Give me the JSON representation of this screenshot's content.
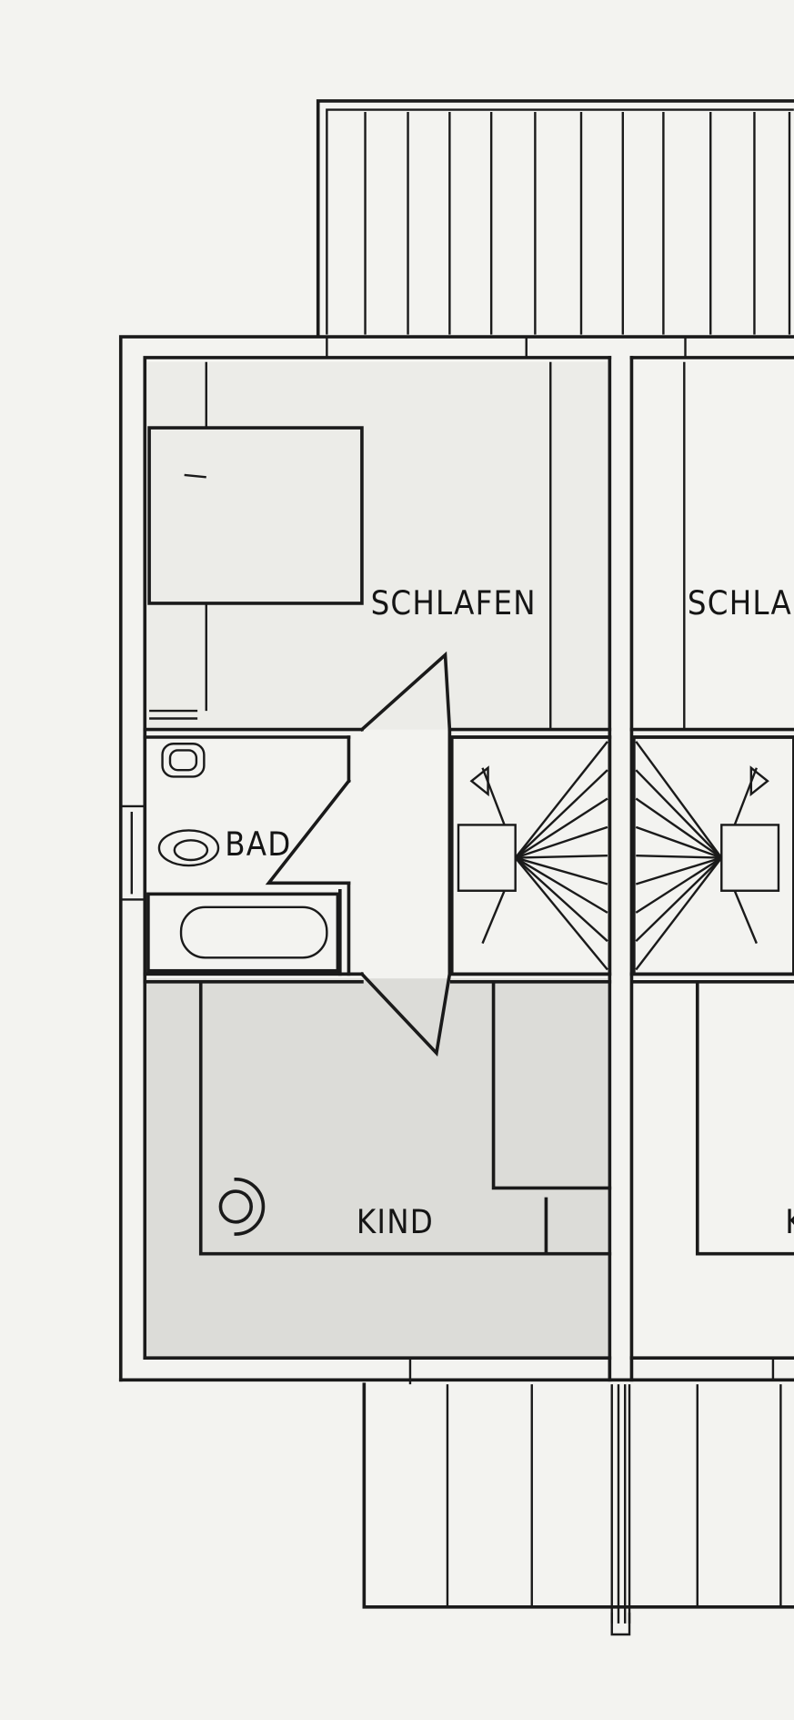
{
  "plan": {
    "rooms": {
      "schlafen": "SCHLAFEN",
      "schlafen_right": "SCHLA",
      "bad": "BAD",
      "kind": "KIND",
      "kind_right": "K"
    },
    "colors": {
      "paper": "#f3f3f0",
      "ink": "#1a1a1a",
      "shade": "#d9d9d6"
    }
  }
}
